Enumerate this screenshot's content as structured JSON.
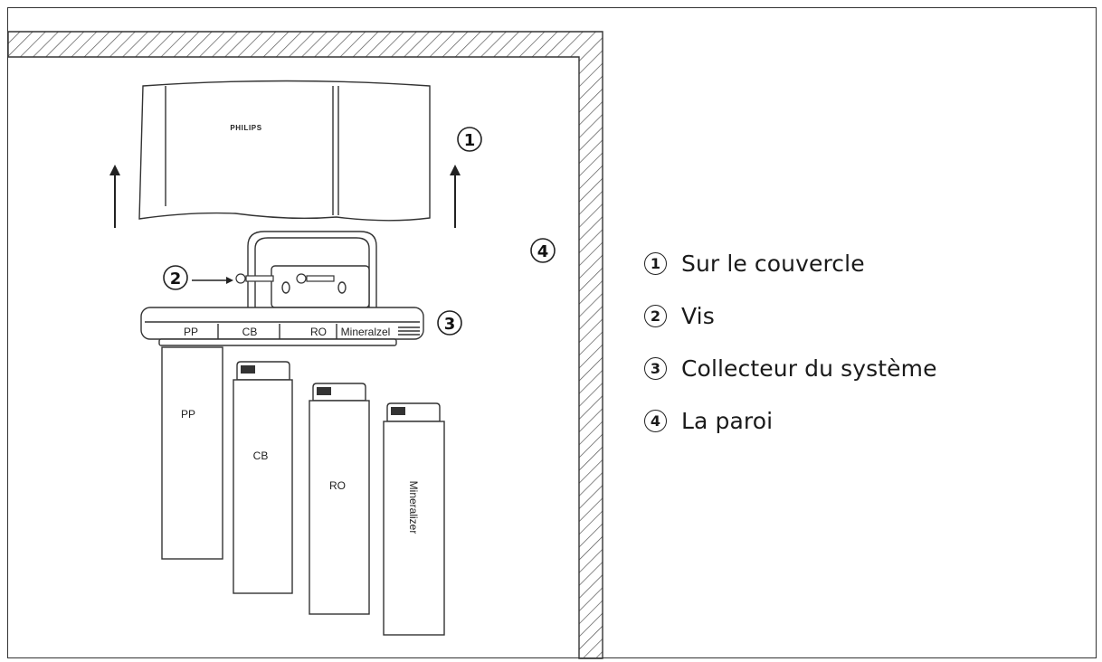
{
  "diagram": {
    "brand": "PHILIPS",
    "manifold_labels": [
      "PP",
      "CB",
      "RO",
      "Mineralzel"
    ],
    "cartridge_labels": [
      "PP",
      "CB",
      "RO",
      "Mineralizer"
    ],
    "callouts": [
      "1",
      "2",
      "3",
      "4"
    ]
  },
  "legend": {
    "items": [
      {
        "num": "1",
        "text": "Sur le couvercle"
      },
      {
        "num": "2",
        "text": "Vis"
      },
      {
        "num": "3",
        "text": "Collecteur du système"
      },
      {
        "num": "4",
        "text": "La paroi"
      }
    ]
  },
  "colors": {
    "line": "#333333",
    "hatch": "#555555"
  }
}
